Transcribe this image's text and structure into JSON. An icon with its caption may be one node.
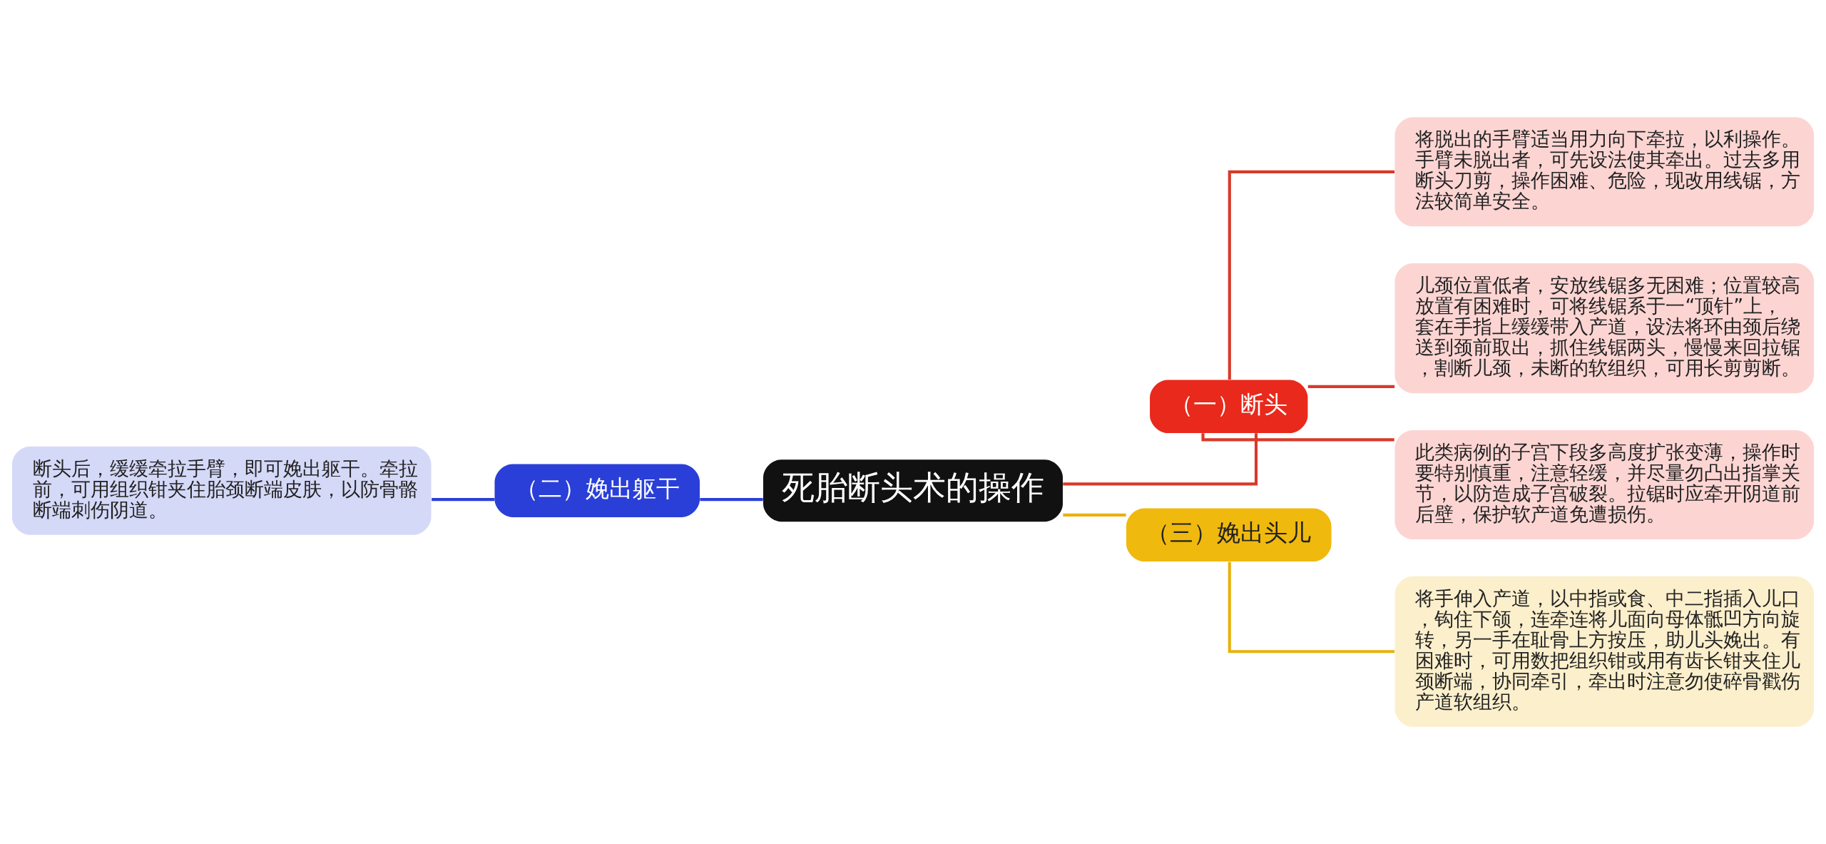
{
  "diagram": {
    "nodes": [
      {
        "text": [
          "死胎断头术的操作"
        ]
      },
      {
        "text": [
          "（一）断头"
        ]
      },
      {
        "text": [
          "将脱出的手臂适当用力向下牵拉，以利操作。手臂未脱出者，可先设法使其牵出。过去多用断头刀剪，操作困难、危险，现改用线锯，方法较简单安全。"
        ]
      },
      {
        "text": [
          "儿颈位置低者，安放线锯多无困难；位置较高放置有困难时，可将线锯系于一“顶针”上，套在手指上缓缓带入产道，设法将环由颈后绕送到颈前取出，抓住线锯两头，慢慢来回拉锯，割断儿颈，未断的软组织，可用长剪剪断。"
        ]
      },
      {
        "text": [
          "此类病例的子宫下段多高度扩张变薄，操作时要特别慎重，注意轻缓，并尽量勿凸出指掌关节，以防造成子宫破裂。拉锯时应牵开阴道前后壁，保护软产道免遭损伤。"
        ]
      },
      {
        "text": [
          "（二）娩出躯干"
        ]
      },
      {
        "text": [
          "断头后，缓缓牵拉手臂，即可娩出躯干。牵拉前，可用组织钳夹住胎颈断端皮肤，以防骨骼断端刺伤阴道。"
        ]
      },
      {
        "text": [
          "（三）娩出头儿"
        ]
      },
      {
        "text": [
          "将手伸入产道，以中指或食、中二指插入儿口，钩住下颌，连牵连将儿面向母体骶凹方向旋转，另一手在耻骨上方按压，助儿头娩出。有困难时，可用数把组织钳或用有齿长钳夹住儿颈断端，协同牵引，牵出时注意勿使碎骨戳伤产道软组织。"
        ]
      }
    ],
    "edges": [
      {
        "from": 0,
        "to": 1,
        "arrow": "none"
      },
      {
        "from": 1,
        "to": 2,
        "arrow": "none"
      },
      {
        "from": 1,
        "to": 3,
        "arrow": "none"
      },
      {
        "from": 1,
        "to": 4,
        "arrow": "none"
      },
      {
        "from": 0,
        "to": 5,
        "arrow": "none",
        "color": "#2a3fd8"
      },
      {
        "from": 5,
        "to": 6,
        "arrow": "none",
        "color": "#2a3fd8"
      },
      {
        "from": 0,
        "to": 7,
        "arrow": "none",
        "color": "#e8b20e"
      },
      {
        "from": 7,
        "to": 8,
        "arrow": "none",
        "color": "#e8b20e"
      }
    ]
  }
}
